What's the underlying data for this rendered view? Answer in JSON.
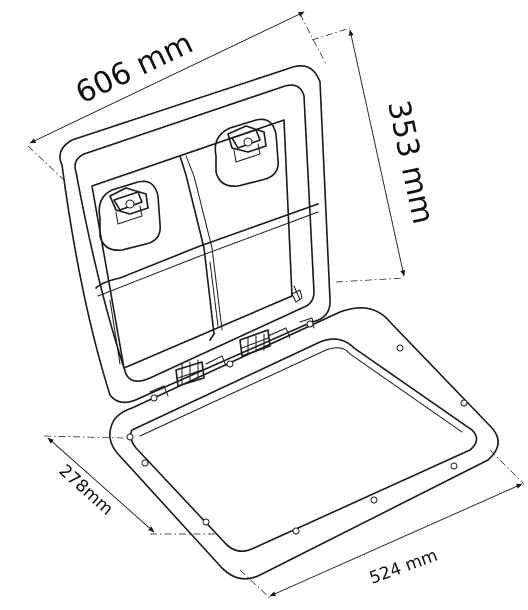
{
  "dimensions": {
    "width_top": "606 mm",
    "height_right": "353 mm",
    "depth_left": "278mm",
    "width_bottom": "524 mm"
  },
  "colors": {
    "line": "#1a1a1a",
    "background": "#ffffff"
  }
}
